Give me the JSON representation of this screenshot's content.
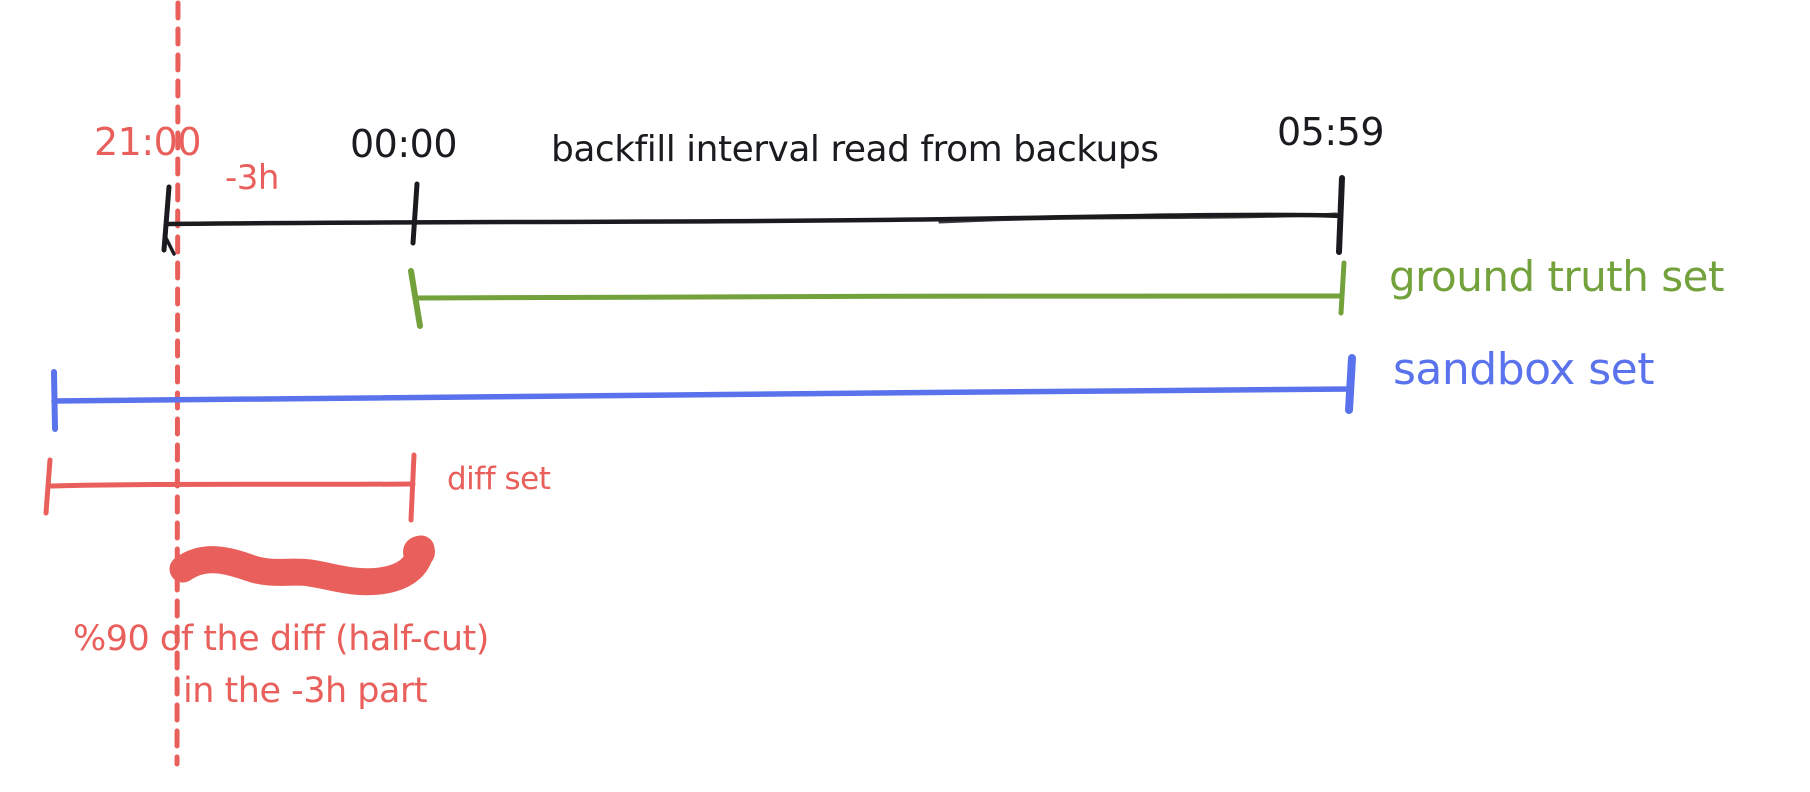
{
  "diagram": {
    "timeline": {
      "start_time": "21:00",
      "offset": "-3h",
      "midnight": "00:00",
      "end_time": "05:59",
      "title": "backfill interval read from backups"
    },
    "sets": {
      "ground_truth_label": "ground truth set",
      "sandbox_label": "sandbox set",
      "diff_label": "diff set"
    },
    "annotation": {
      "line1": "%90 of the diff (half-cut)",
      "line2": "in the -3h part"
    },
    "colors": {
      "black": "#1b1b1f",
      "red": "#e95f5b",
      "green": "#73a13c",
      "blue": "#5a73ec"
    }
  }
}
